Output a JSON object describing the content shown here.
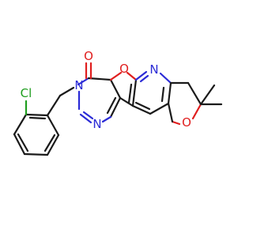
{
  "molecule": {
    "atoms": {
      "cl": "Cl",
      "o_carbonyl": "O",
      "n_amide": "N",
      "n_pyrimidine": "N",
      "o_furan": "O",
      "n_pyridine": "N",
      "o_pyran": "O"
    },
    "colors": {
      "bond": "#1a1a1a",
      "oxygen": "#e01e1e",
      "nitrogen": "#2b2bd6",
      "chlorine": "#1f9e1f"
    }
  }
}
